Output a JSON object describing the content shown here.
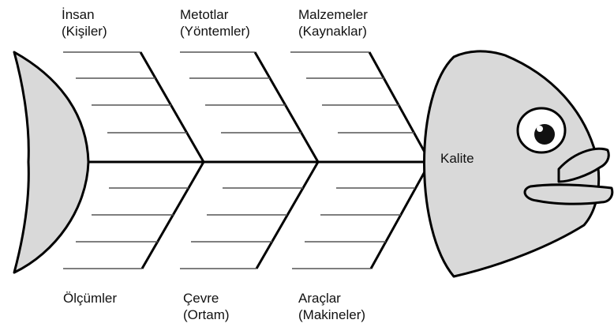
{
  "colors": {
    "fill": "#d9d9d9",
    "stroke": "#000000",
    "background": "#ffffff"
  },
  "head": {
    "label": "Kalite"
  },
  "categories_top": [
    {
      "line1": "İnsan",
      "line2": "(Kişiler)"
    },
    {
      "line1": "Metotlar",
      "line2": "(Yöntemler)"
    },
    {
      "line1": "Malzemeler",
      "line2": "(Kaynaklar)"
    }
  ],
  "categories_bottom": [
    {
      "line1": "Ölçümler",
      "line2": ""
    },
    {
      "line1": "Çevre",
      "line2": "(Ortam)"
    },
    {
      "line1": "Araçlar",
      "line2": "(Makineler)"
    }
  ]
}
